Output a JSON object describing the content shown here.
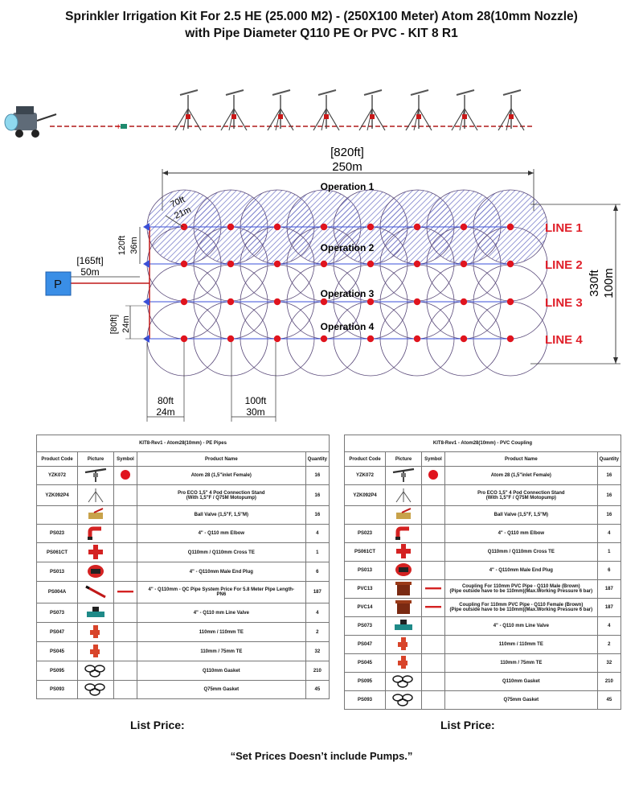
{
  "title": {
    "line1": "Sprinkler Irrigation Kit For 2.5 HE (25.000 M2) - (250X100 Meter) Atom 28(10mm Nozzle)",
    "line2": "with Pipe Diameter Q110 PE Or PVC - KIT 8 R1"
  },
  "diagram": {
    "width_ft": "[820ft]",
    "width_m": "250m",
    "height_ft": "330ft",
    "height_m": "100m",
    "radius_ft": "70ft",
    "radius_m": "21m",
    "spacing_ft": "120ft",
    "spacing_m": "36m",
    "mainline_ft": "[165ft]",
    "mainline_m": "50m",
    "line_spacing_ft": "[80ft]",
    "line_spacing_m": "24m",
    "bottom_a_ft": "80ft",
    "bottom_a_m": "24m",
    "bottom_b_ft": "100ft",
    "bottom_b_m": "30m",
    "pump": "P",
    "operations": [
      "Operation 1",
      "Operation 2",
      "Operation 3",
      "Operation 4"
    ],
    "lines": [
      "LINE 1",
      "LINE 2",
      "LINE 3",
      "LINE 4"
    ],
    "colors": {
      "line_label": "#e0202a",
      "sprinkler": "#e0141e",
      "pipe": "#3a4fd8",
      "pump": "#3a8ee6",
      "hatch": "#5b5fb8"
    }
  },
  "tables": [
    {
      "caption": "KIT8-Rev1 - Atom28(10mm) - PE Pipes",
      "headers": [
        "Product Code",
        "Picture",
        "Symbol",
        "Product Name",
        "Quantity"
      ],
      "rows": [
        {
          "code": "YZK072",
          "name": "Atom 28 (1,5\"inlet Female)",
          "qty": "16",
          "icon": "sprinkler-icon",
          "symbol": "dot"
        },
        {
          "code": "YZK092P4",
          "name": "Pro ECO 1,5\" 4 Pod Connection Stand\n(With 1,5\"F / Q75M Motopump)",
          "qty": "16",
          "icon": "stand-icon",
          "symbol": ""
        },
        {
          "code": "",
          "name": "Ball Valve (1,5\"F, 1,5\"M)",
          "qty": "16",
          "icon": "ball-valve-icon",
          "symbol": ""
        },
        {
          "code": "PS023",
          "name": "4\" - Q110 mm Elbow",
          "qty": "4",
          "icon": "elbow-icon",
          "symbol": ""
        },
        {
          "code": "PS061CT",
          "name": "Q110mm / Q110mm Cross TE",
          "qty": "1",
          "icon": "cross-te-icon",
          "symbol": ""
        },
        {
          "code": "PS013",
          "name": "4\" - Q110mm Male End Plug",
          "qty": "6",
          "icon": "end-plug-icon",
          "symbol": ""
        },
        {
          "code": "PS004A",
          "name": "4\" - Q110mm - QC Pipe System Price For 5.8 Meter Pipe Length-\nPN6",
          "qty": "187",
          "icon": "pipe-icon",
          "symbol": "bar"
        },
        {
          "code": "PS073",
          "name": "4\" - Q110 mm Line Valve",
          "qty": "4",
          "icon": "line-valve-icon",
          "symbol": ""
        },
        {
          "code": "PS047",
          "name": "110mm / 110mm TE",
          "qty": "2",
          "icon": "te-icon",
          "symbol": ""
        },
        {
          "code": "PS045",
          "name": "110mm / 75mm TE",
          "qty": "32",
          "icon": "te-icon",
          "symbol": ""
        },
        {
          "code": "PS095",
          "name": "Q110mm Gasket",
          "qty": "210",
          "icon": "gasket-icon",
          "symbol": ""
        },
        {
          "code": "PS093",
          "name": "Q75mm Gasket",
          "qty": "45",
          "icon": "gasket-icon",
          "symbol": ""
        }
      ],
      "list_price": "List Price:"
    },
    {
      "caption": "KIT8-Rev1 - Atom28(10mm) - PVC Coupling",
      "headers": [
        "Product Code",
        "Picture",
        "Symbol",
        "Product Name",
        "Quantity"
      ],
      "rows": [
        {
          "code": "YZK072",
          "name": "Atom 28 (1,5\"inlet Female)",
          "qty": "16",
          "icon": "sprinkler-icon",
          "symbol": "dot"
        },
        {
          "code": "YZK092P4",
          "name": "Pro ECO 1,5\" 4 Pod Connection Stand\n(With 1,5\"F / Q75M Motopump)",
          "qty": "16",
          "icon": "stand-icon",
          "symbol": ""
        },
        {
          "code": "",
          "name": "Ball Valve (1,5\"F, 1,5\"M)",
          "qty": "16",
          "icon": "ball-valve-icon",
          "symbol": ""
        },
        {
          "code": "PS023",
          "name": "4\" - Q110 mm Elbow",
          "qty": "4",
          "icon": "elbow-icon",
          "symbol": ""
        },
        {
          "code": "PS061CT",
          "name": "Q110mm / Q110mm Cross TE",
          "qty": "1",
          "icon": "cross-te-icon",
          "symbol": ""
        },
        {
          "code": "PS013",
          "name": "4\" - Q110mm Male End Plug",
          "qty": "6",
          "icon": "end-plug-icon",
          "symbol": ""
        },
        {
          "code": "PVC13",
          "name": "Coupling For 110mm PVC Pipe - Q110 Male (Brown)\n(Pipe outside have to be 110mm)(Max.Working Pressure 6 bar)",
          "qty": "187",
          "icon": "coupling-icon",
          "symbol": "bar"
        },
        {
          "code": "PVC14",
          "name": "Coupling For 110mm PVC Pipe - Q110 Female (Brown)\n(Pipe outside have to be 110mm)(Max.Working Pressure 6 bar)",
          "qty": "187",
          "icon": "coupling-icon",
          "symbol": "bar"
        },
        {
          "code": "PS073",
          "name": "4\" - Q110 mm Line Valve",
          "qty": "4",
          "icon": "line-valve-icon",
          "symbol": ""
        },
        {
          "code": "PS047",
          "name": "110mm / 110mm TE",
          "qty": "2",
          "icon": "te-icon",
          "symbol": ""
        },
        {
          "code": "PS045",
          "name": "110mm / 75mm TE",
          "qty": "32",
          "icon": "te-icon",
          "symbol": ""
        },
        {
          "code": "PS095",
          "name": "Q110mm Gasket",
          "qty": "210",
          "icon": "gasket-icon",
          "symbol": ""
        },
        {
          "code": "PS093",
          "name": "Q75mm Gasket",
          "qty": "45",
          "icon": "gasket-icon",
          "symbol": ""
        }
      ],
      "list_price": "List Price:"
    }
  ],
  "footer": "“Set Prices Doesn’t include Pumps.”"
}
